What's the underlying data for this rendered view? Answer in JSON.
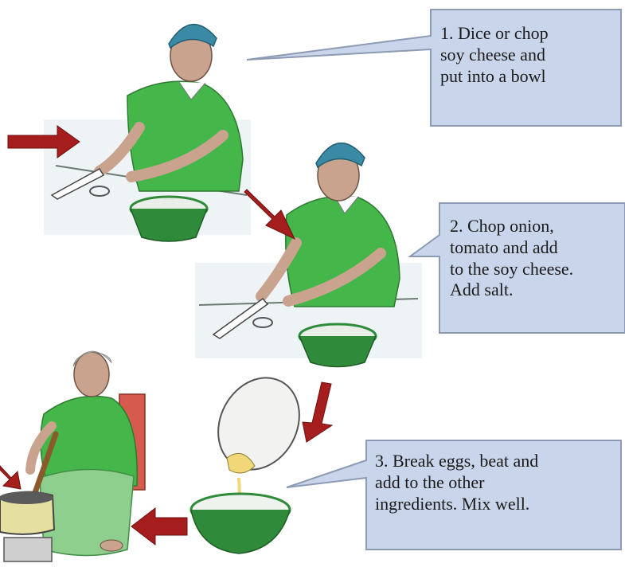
{
  "steps": [
    {
      "number": "1.",
      "lines": [
        "1. Dice or chop",
        "soy cheese and",
        "put into a bowl"
      ]
    },
    {
      "number": "2.",
      "lines": [
        "2. Chop onion,",
        "tomato and add",
        "to the soy cheese.",
        "Add salt."
      ]
    },
    {
      "number": "3.",
      "lines": [
        "3. Break eggs, beat and",
        "add to the other",
        "ingredients. Mix well."
      ]
    }
  ],
  "colors": {
    "bubble_fill": "#c9d5ea",
    "bubble_stroke": "#8d9ab3",
    "arrow": "#a51d1d",
    "dress": "#45b649",
    "headscarf": "#3a8aa6",
    "bowl": "#2f8a3a",
    "skin": "#c9a38e"
  },
  "icons": [
    "woman-chopping-icon",
    "green-bowl-icon",
    "egg-icon",
    "cooking-pot-icon",
    "red-arrow-icon"
  ]
}
